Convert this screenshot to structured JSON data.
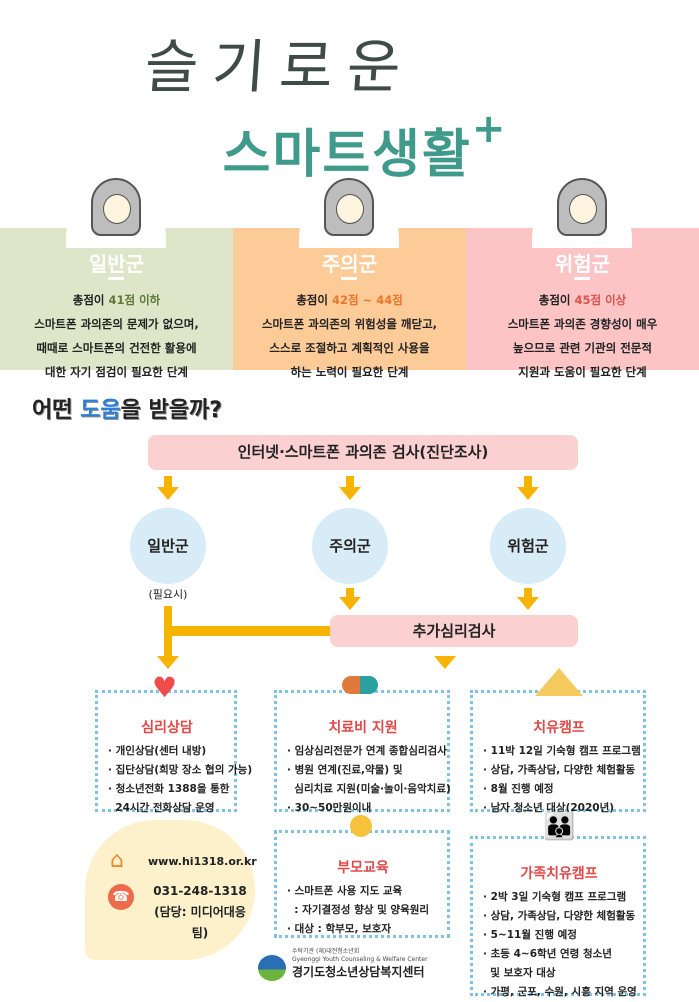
{
  "title": {
    "line1": "슬기로운",
    "line2": "스마트생활",
    "plus": "+"
  },
  "groups": [
    {
      "name": "일반군",
      "score_prefix": "총점이 ",
      "score": "41점 이하",
      "score_color": "#5a7a3a",
      "bg": "#dfe5c8",
      "lines": [
        "스마트폰 과의존의 문제가 없으며,",
        "때때로 스마트폰의 건전한 활용에",
        "대한 자기 점검이 필요한 단계"
      ]
    },
    {
      "name": "주의군",
      "score_prefix": "총점이 ",
      "score": "42점 ~ 44점",
      "score_color": "#e8762a",
      "bg": "#fccb98",
      "lines": [
        "스마트폰 과의존의 위험성을 깨닫고,",
        "스스로 조절하고 계획적인 사용을",
        "하는 노력이 필요한 단계"
      ]
    },
    {
      "name": "위험군",
      "score_prefix": "총점이 ",
      "score": "45점 이상",
      "score_color": "#d9534f",
      "bg": "#fcc4c4",
      "lines": [
        "스마트폰 과의존 경향성이 매우",
        "높으므로 관련 기관의 전문적",
        "지원과 도움이 필요한 단계"
      ]
    }
  ],
  "help": {
    "pre": "어떤 ",
    "highlight": "도움",
    "post": "을 받을까?"
  },
  "flow": {
    "test": "인터넷·스마트폰 과의존 검사(진단조사)",
    "circles": [
      "일반군",
      "주의군",
      "위험군"
    ],
    "note": "(필요시)",
    "extra": "추가심리검사"
  },
  "services": [
    {
      "title": "심리상담",
      "items": [
        "· 개인상담(센터 내방)",
        "· 집단상담(희망 장소 협의 가능)",
        "· 청소년전화 1388을 통한",
        "  24시간 전화상담 운영"
      ]
    },
    {
      "title": "치료비 지원",
      "items": [
        "· 임상심리전문가 연계 종합심리검사",
        "· 병원 연계(진료,약물) 및",
        "  심리치료 지원(미술·놀이·음악치료)",
        "· 30~50만원이내"
      ]
    },
    {
      "title": "치유캠프",
      "items": [
        "· 11박 12일 기숙형 캠프 프로그램",
        "· 상담, 가족상담, 다양한 체험활동",
        "· 8월 진행 예정",
        "· 남자 청소년 대상(2020년)"
      ]
    },
    {
      "title": "부모교육",
      "items": [
        "· 스마트폰 사용 지도 교육",
        "  : 자기결정성 향상 및 양육원리",
        "· 대상 : 학부모, 보호자"
      ]
    },
    {
      "title": "가족치유캠프",
      "items": [
        "· 2박 3일 기숙형 캠프 프로그램",
        "· 상담, 가족상담, 다양한 체험활동",
        "· 5~11월 진행 예정",
        "· 초등 4~6학년 연령 청소년",
        "  및 보호자 대상",
        "· 가평, 군포, 수원, 시흥 지역 운영"
      ]
    }
  ],
  "contact": {
    "website": "www.hi1318.or.kr",
    "phone": "031-248-1318",
    "dept": "(담당: 미디어대응팀)"
  },
  "logo": {
    "sub1": "수탁기관 (재)대전청소년회",
    "sub2": "Gyeonggi Youth Counseling & Welfare Center",
    "name": "경기도청소년상담복지센터"
  }
}
